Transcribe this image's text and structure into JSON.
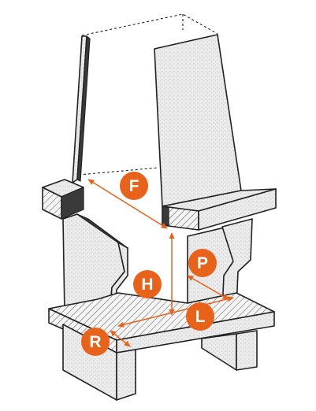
{
  "labels": {
    "F": "F",
    "H": "H",
    "P": "P",
    "L": "L",
    "R": "R"
  },
  "colors": {
    "accent": "#e8621a",
    "line": "#222222",
    "stone": "#ececec",
    "stone_shade": "#dcdcdc",
    "inner_dark": "#3a3a3a"
  }
}
